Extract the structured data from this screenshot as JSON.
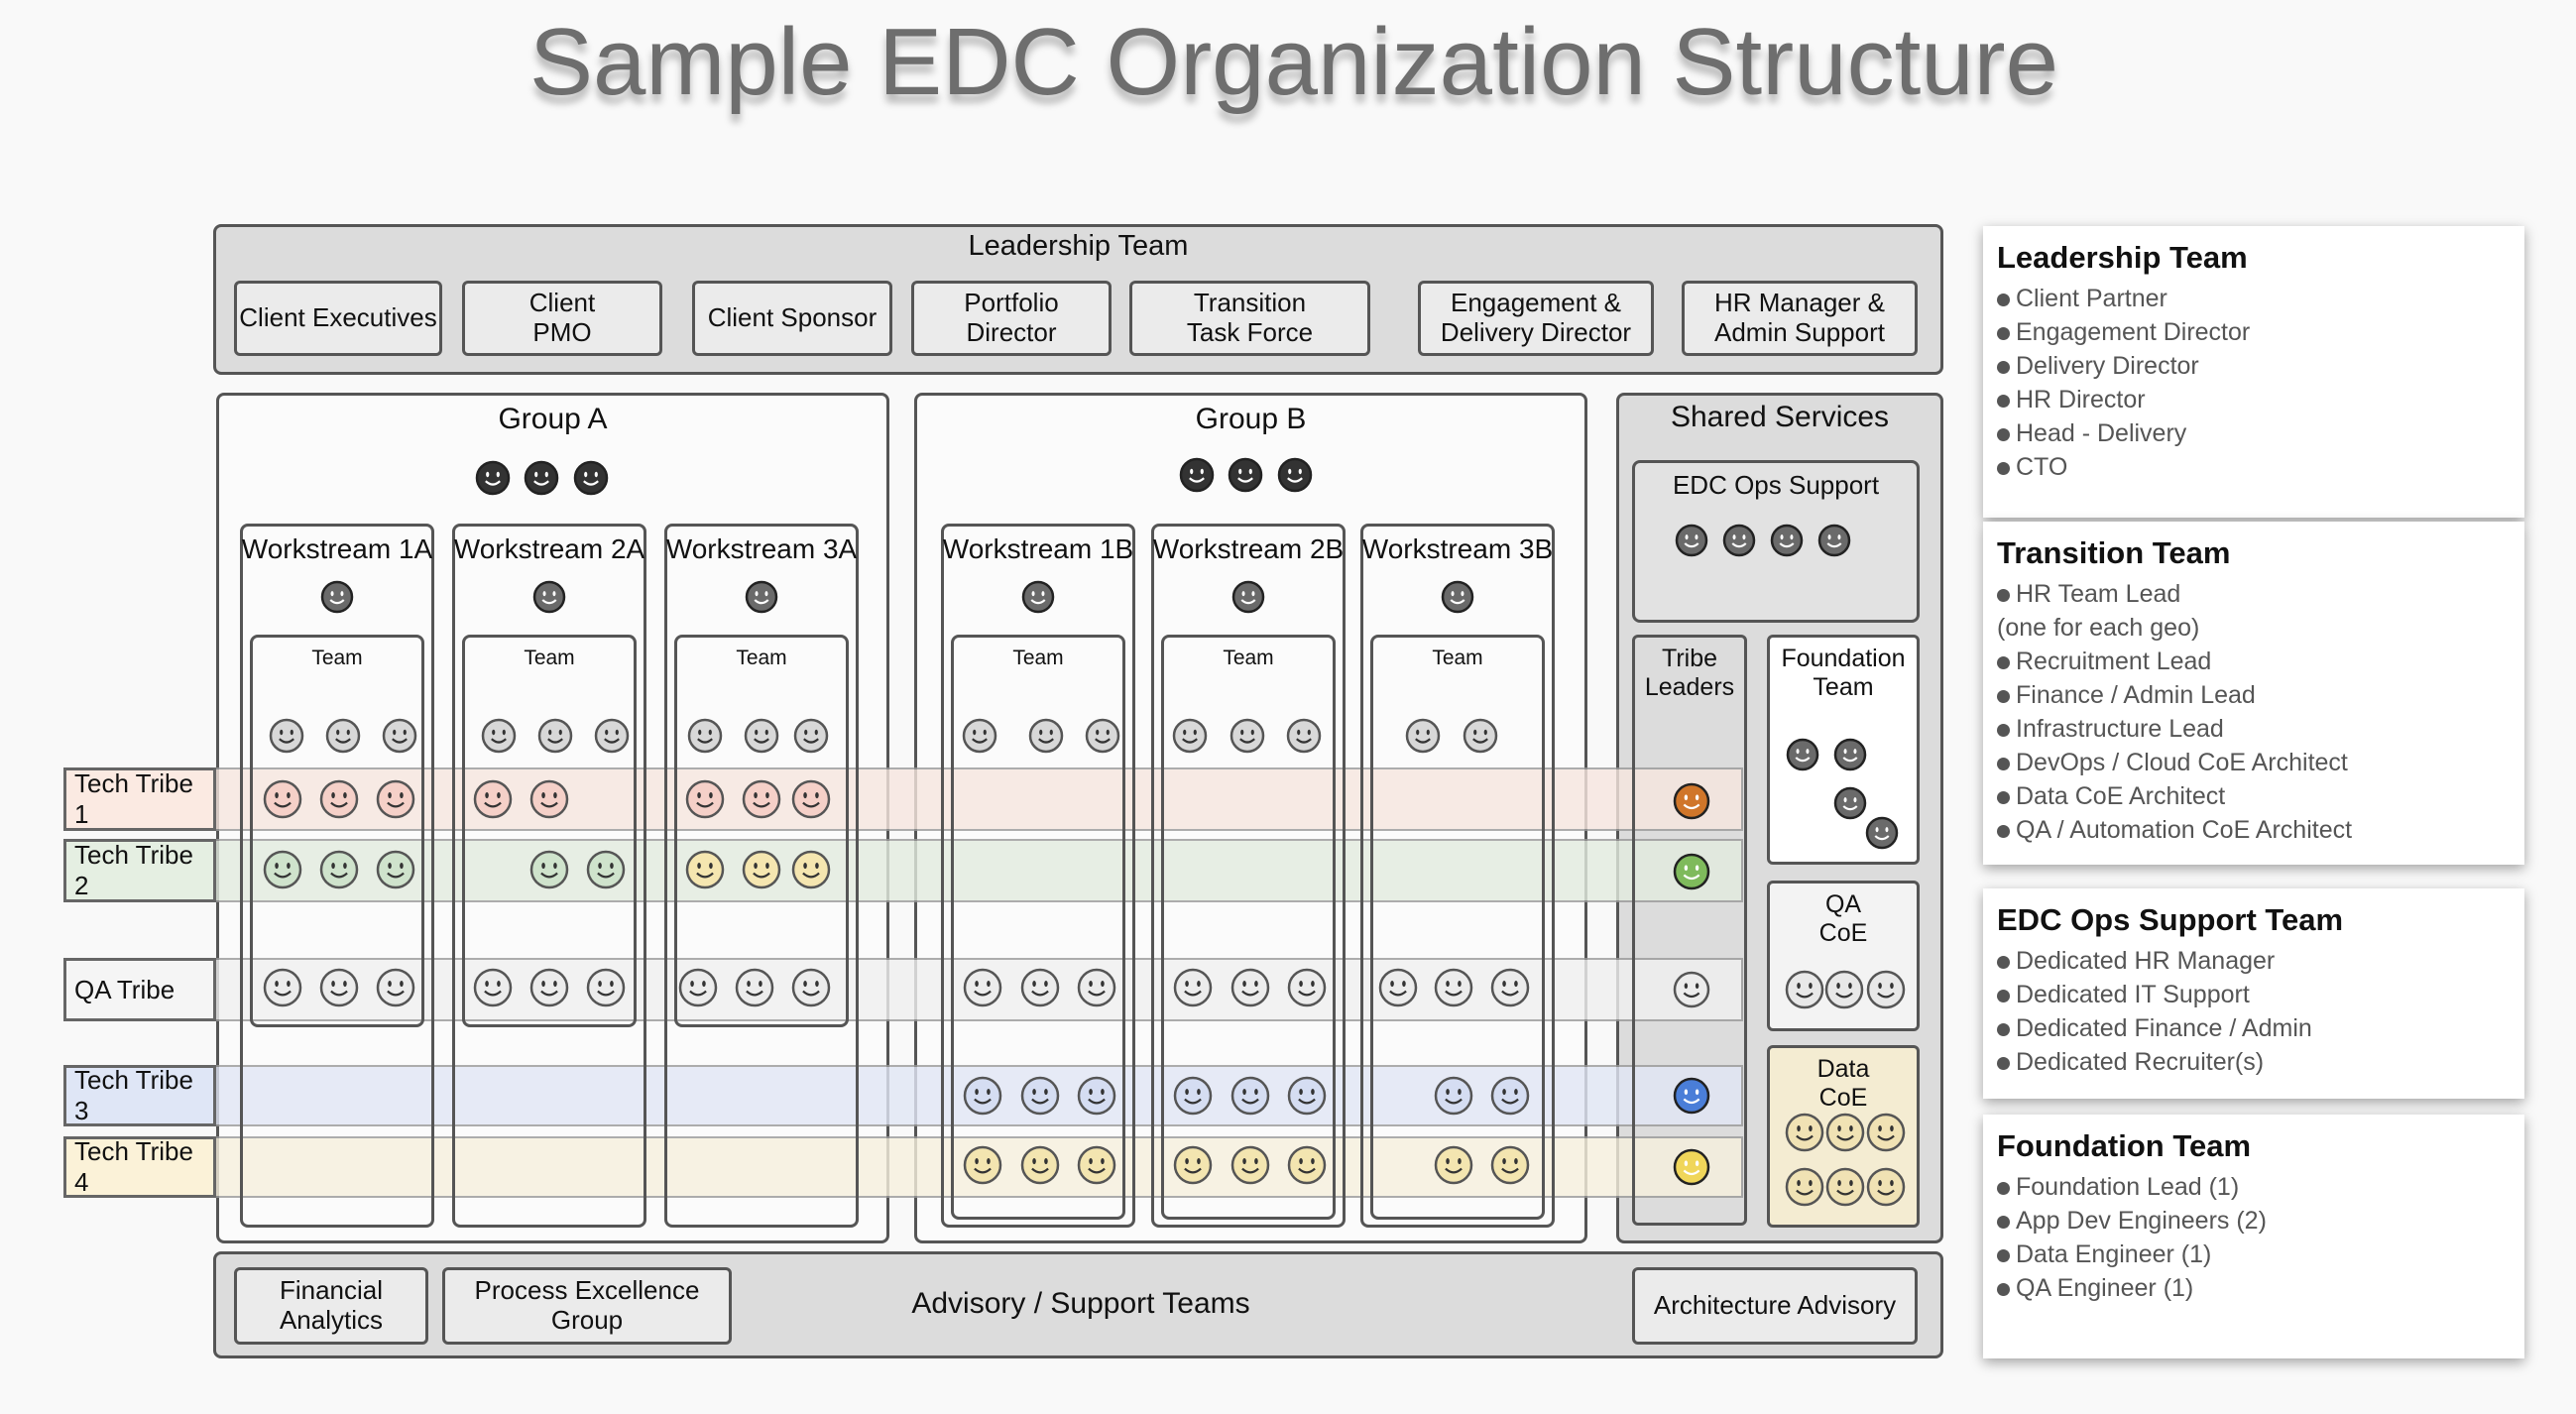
{
  "title": "Sample EDC Organization Structure",
  "leadership": {
    "label": "Leadership Team",
    "roles": [
      "Client Executives",
      "Client\nPMO",
      "Client Sponsor",
      "Portfolio\nDirector",
      "Transition\nTask Force",
      "Engagement &\nDelivery Director",
      "HR Manager &\nAdmin Support"
    ]
  },
  "groups": [
    {
      "name": "Group A",
      "workstreams": [
        "Workstream 1A",
        "Workstream 2A",
        "Workstream 3A"
      ]
    },
    {
      "name": "Group B",
      "workstreams": [
        "Workstream 1B",
        "Workstream 2B",
        "Workstream 3B"
      ]
    }
  ],
  "team_label": "Team",
  "shared": {
    "label": "Shared Services",
    "ops": "EDC Ops Support",
    "tribe_leaders": "Tribe\nLeaders",
    "foundation": "Foundation\nTeam",
    "qa_coe": "QA\nCoE",
    "data_coe": "Data\nCoE"
  },
  "tribes": [
    "Tech Tribe 1",
    "Tech Tribe 2",
    "QA Tribe",
    "Tech Tribe 3",
    "Tech Tribe 4"
  ],
  "advisory": {
    "label": "Advisory / Support Teams",
    "items": [
      "Financial\nAnalytics",
      "Process Excellence\nGroup",
      "Architecture Advisory"
    ]
  },
  "legend": [
    {
      "title": "Leadership Team",
      "items": [
        "Client Partner",
        "Engagement Director",
        "Delivery Director",
        "HR Director",
        "Head - Delivery",
        "CTO"
      ]
    },
    {
      "title": "Transition Team",
      "items": [
        "HR Team Lead\n(one for each geo)",
        "Recruitment Lead",
        "Finance / Admin Lead",
        "Infrastructure Lead",
        "DevOps / Cloud CoE Architect",
        "Data CoE Architect",
        "QA / Automation CoE Architect"
      ]
    },
    {
      "title": "EDC Ops Support Team",
      "items": [
        "Dedicated HR Manager",
        "Dedicated IT Support",
        "Dedicated Finance / Admin",
        "Dedicated Recruiter(s)"
      ]
    },
    {
      "title": "Foundation Team",
      "items": [
        "Foundation Lead (1)",
        "App Dev Engineers (2)",
        "Data Engineer (1)",
        "QA Engineer (1)"
      ]
    }
  ],
  "colors": {
    "tribe1": "#f5d0c8",
    "tribe2": "#cfe3cc",
    "qa": "#f2f2f2",
    "tribe3": "#d5ddf2",
    "tribe4": "#f8eed0",
    "face_gray": "#c8c8c8",
    "face_dark": "#333333"
  }
}
